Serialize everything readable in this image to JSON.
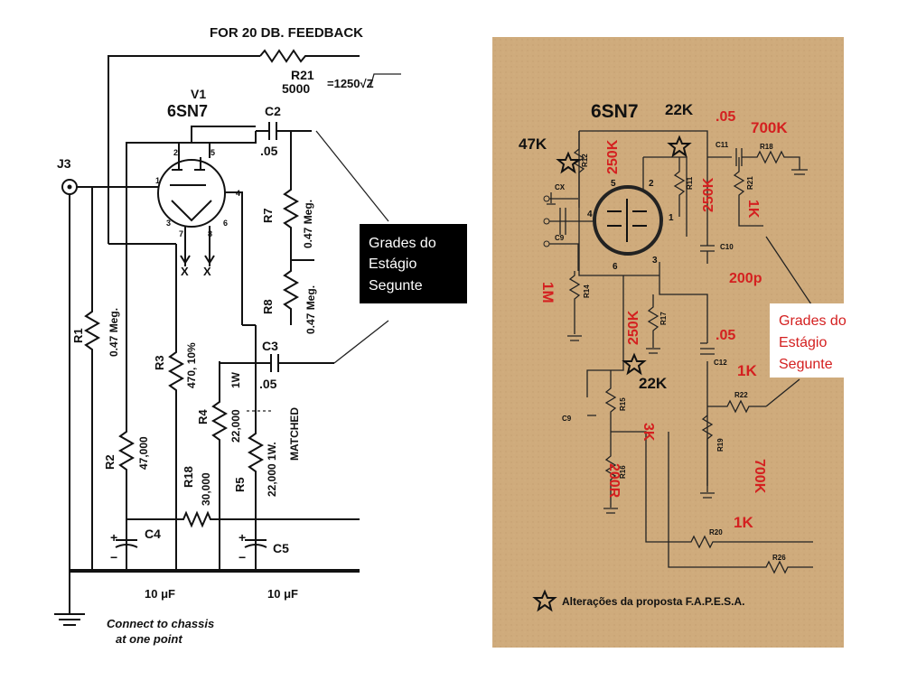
{
  "left": {
    "title": "FOR 20 DB. FEEDBACK",
    "r21": {
      "name": "R21",
      "value": "5000",
      "formula": "=1250√Z"
    },
    "v1": {
      "name": "V1",
      "type": "6SN7"
    },
    "j3": "J3",
    "c2": {
      "name": "C2",
      "value": ".05"
    },
    "c3": {
      "name": "C3",
      "value": ".05"
    },
    "r7": {
      "name": "R7",
      "value": "0.47 Meg."
    },
    "r8": {
      "name": "R8",
      "value": "0.47 Meg."
    },
    "r1": {
      "name": "R1",
      "value": "0.47 Meg."
    },
    "r2": {
      "name": "R2",
      "value": "47,000"
    },
    "r3": {
      "name": "R3",
      "value": "470, 10%"
    },
    "r4": {
      "name": "R4",
      "value": "22,000",
      "watt": "1W"
    },
    "r5": {
      "name": "R5",
      "value": "22,000 1W.",
      "note": "MATCHED"
    },
    "r18": {
      "name": "R18",
      "value": "30,000"
    },
    "c4": {
      "name": "C4",
      "value": "10 μF"
    },
    "c5": {
      "name": "C5",
      "value": "10 μF"
    },
    "pins": [
      "1",
      "2",
      "3",
      "4",
      "5",
      "6",
      "7",
      "8"
    ],
    "x_marks": [
      "X",
      "X"
    ],
    "chassis_note": "Connect to chassis at one point",
    "callout": "Grades do Estágio Segunte"
  },
  "right": {
    "tube": "6SN7",
    "labels_black": [
      "47K",
      "22K",
      "22K"
    ],
    "labels_red": [
      "250K",
      "250K",
      ".05",
      "700K",
      "1K",
      "1M",
      "250K",
      "200p",
      ".05",
      "1K",
      "3K",
      "700K",
      "200R",
      "1K"
    ],
    "components": [
      "R12",
      "R11",
      "C11",
      "R18",
      "R21",
      "CX",
      "C9",
      "C10",
      "R14",
      "R17",
      "C12",
      "R22",
      "R15",
      "C9",
      "R19",
      "R16",
      "R20",
      "R26"
    ],
    "pins": [
      "5",
      "2",
      "4",
      "1",
      "6",
      "3"
    ],
    "callout": "Grades do Estágio Segunte",
    "legend": "Alterações da proposta F.A.P.E.S.A."
  }
}
